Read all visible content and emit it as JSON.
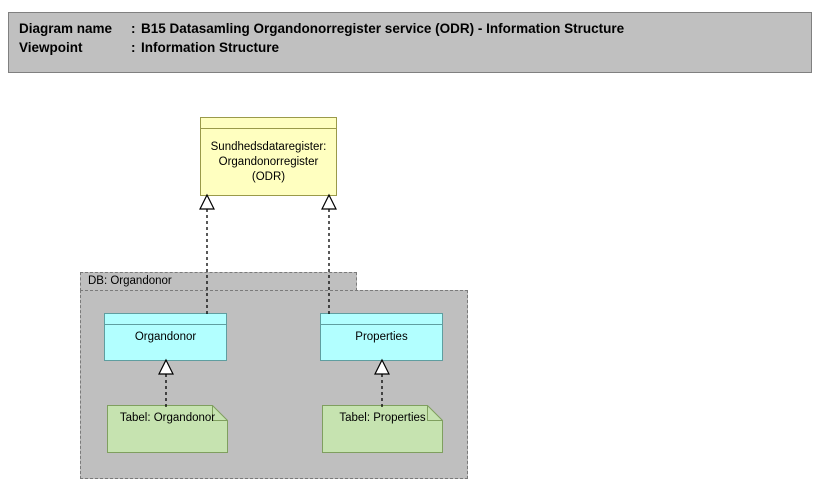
{
  "header": {
    "name_label": "Diagram name",
    "name_separator": ":",
    "name_value": "B15 Datasamling Organdonorregister service (ODR) - Information Structure",
    "viewpoint_label": "Viewpoint",
    "viewpoint_separator": ":",
    "viewpoint_value": "Information Structure"
  },
  "diagram": {
    "root_object": {
      "label": "Sundhedsdataregister: Organdonorregister (ODR)",
      "fill": "#ffffc0",
      "stroke": "#9a9a4a"
    },
    "package": {
      "label": "DB: Organdonor",
      "fill": "#bfbfbf",
      "stroke": "#7a7a7a"
    },
    "entities": [
      {
        "label": "Organdonor",
        "fill": "#b2ffff",
        "stroke": "#5f9ea0"
      },
      {
        "label": "Properties",
        "fill": "#b2ffff",
        "stroke": "#5f9ea0"
      }
    ],
    "tables": [
      {
        "label": "Tabel: Organdonor",
        "fill": "#c6e3b0",
        "stroke": "#7f9f5f"
      },
      {
        "label": "Tabel: Properties",
        "fill": "#c6e3b0",
        "stroke": "#7f9f5f"
      }
    ],
    "relationships": [
      {
        "type": "realization",
        "from": "Organdonor",
        "to": "Sundhedsdataregister: Organdonorregister (ODR)"
      },
      {
        "type": "realization",
        "from": "Properties",
        "to": "Sundhedsdataregister: Organdonorregister (ODR)"
      },
      {
        "type": "realization",
        "from": "Tabel: Organdonor",
        "to": "Organdonor"
      },
      {
        "type": "realization",
        "from": "Tabel: Properties",
        "to": "Properties"
      }
    ]
  }
}
